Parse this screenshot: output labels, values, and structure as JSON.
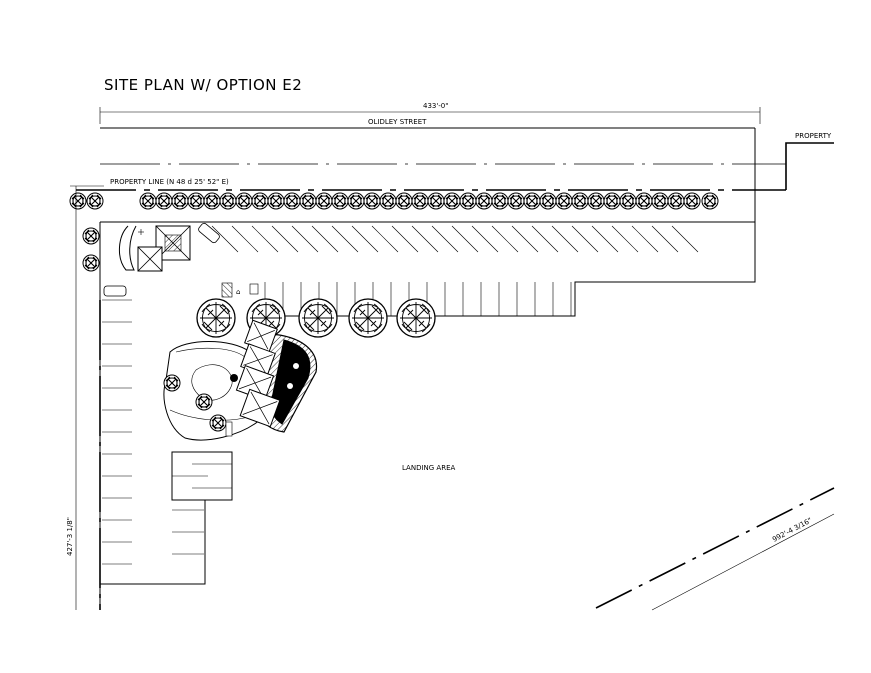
{
  "title": "SITE PLAN W/ OPTION E2",
  "dimensions": {
    "top_width": "433'-0\"",
    "left_height": "427'-3 1/8\"",
    "diagonal": "992'-4 3/16\""
  },
  "labels": {
    "street": "OLIDLEY STREET",
    "property_line": "PROPERTY LINE (N 48 d 25' 52\" E)",
    "property": "PROPERTY",
    "landing_area": "LANDING AREA"
  },
  "colors": {
    "ink": "#000000",
    "paper": "#ffffff"
  }
}
